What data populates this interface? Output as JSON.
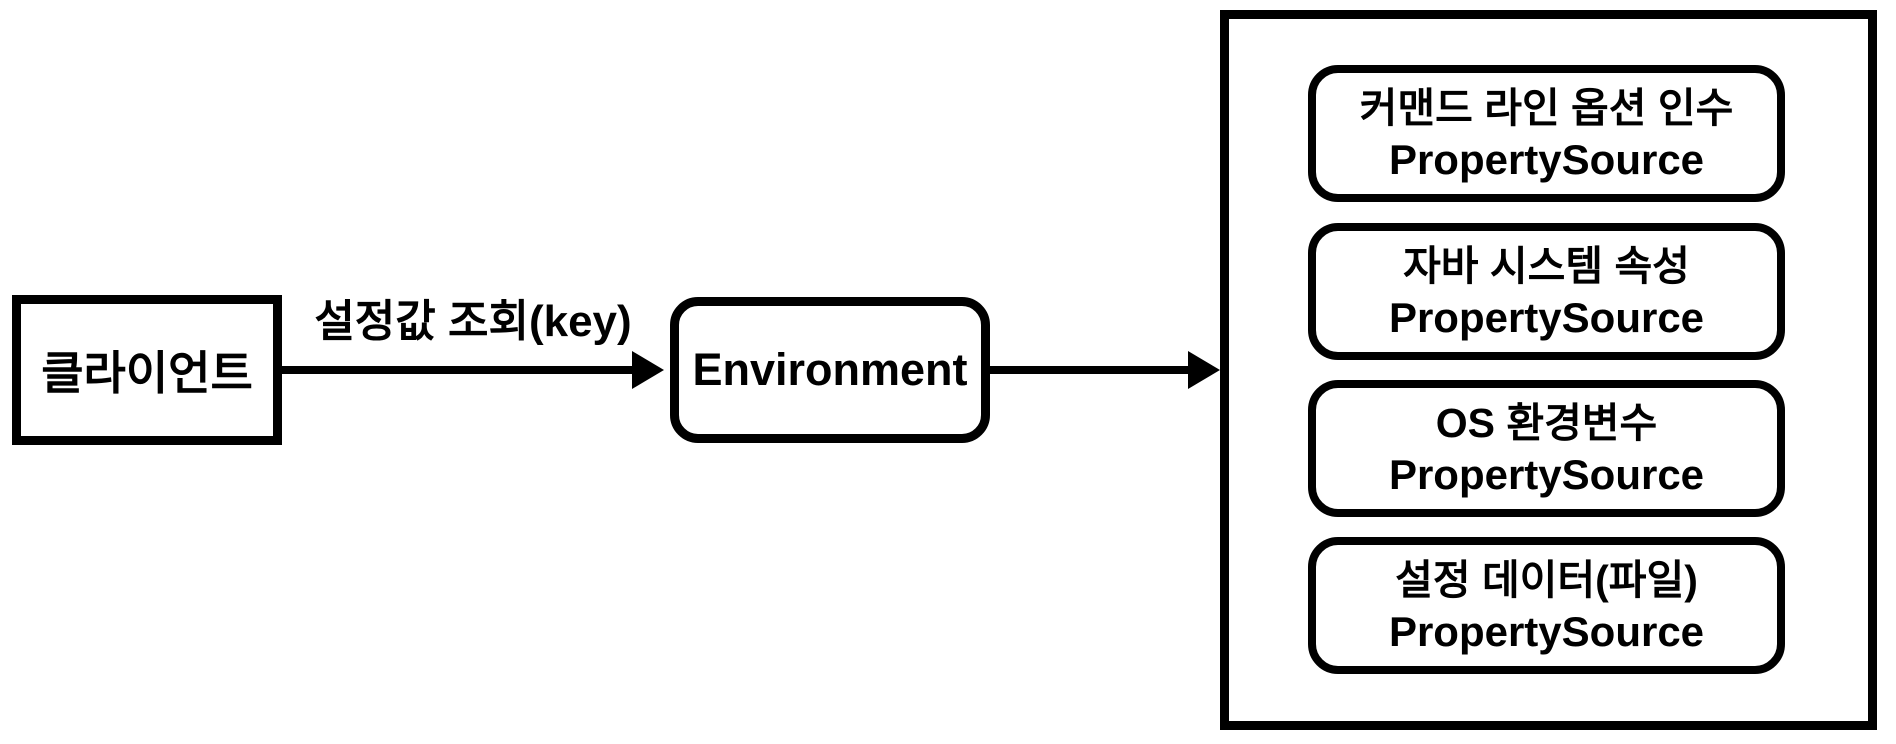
{
  "diagram": {
    "client_box": {
      "label": "클라이언트"
    },
    "arrow1": {
      "label": "설정값 조회(key)"
    },
    "environment_box": {
      "label": "Environment"
    },
    "property_sources": [
      {
        "line1": "커맨드 라인 옵션 인수",
        "line2": "PropertySource"
      },
      {
        "line1": "자바 시스템 속성",
        "line2": "PropertySource"
      },
      {
        "line1": "OS 환경변수",
        "line2": "PropertySource"
      },
      {
        "line1": "설정 데이터(파일)",
        "line2": "PropertySource"
      }
    ],
    "colors": {
      "stroke": "#000000",
      "background": "#ffffff"
    }
  }
}
